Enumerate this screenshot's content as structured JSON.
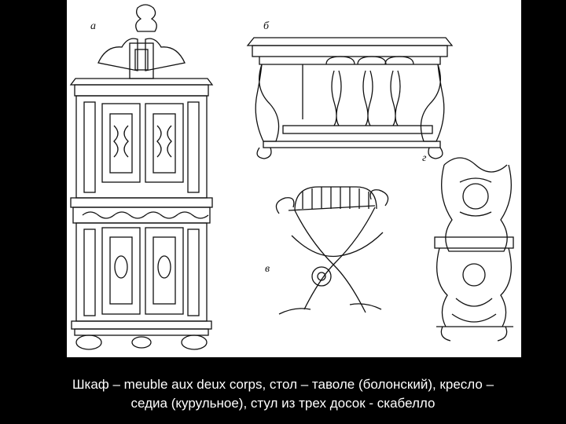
{
  "figure": {
    "labels": {
      "a": "а",
      "b": "б",
      "v": "в",
      "g": "г"
    },
    "ink_color": "#111111",
    "paper_color": "#ffffff",
    "background_color": "#000000"
  },
  "caption": {
    "line1": "Шкаф – meuble aux deux corps, стол – таволе (болонский),  кресло –",
    "line2": "седиа (курульное), стул из трех досок - скабелло"
  }
}
